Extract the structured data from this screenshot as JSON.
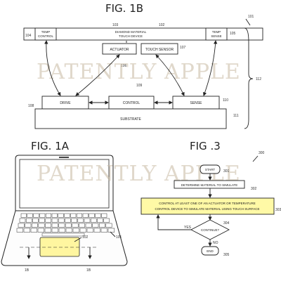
{
  "fig1b": {
    "label": "FIG. 1B",
    "ref_top": "101",
    "ref_side": "112",
    "strip": {
      "label_line1": "DIAMOND MATERIAL",
      "label_line2": "TOUCH DEVICE",
      "ref_a": "103",
      "ref_b": "102"
    },
    "temp_control": {
      "line1": "TEMP",
      "line2": "CONTROL",
      "ref": "104"
    },
    "temp_sense": {
      "line1": "TEMP",
      "line2": "SENSE",
      "ref": "105"
    },
    "actuator": {
      "label": "ACTUATOR",
      "ref": "106"
    },
    "touch_sensor": {
      "label": "TOUCH SENSOR",
      "ref": "107"
    },
    "drive": {
      "label": "DRIVE",
      "ref": "108"
    },
    "control": {
      "label": "CONTROL",
      "ref": "109"
    },
    "sense": {
      "label": "SENSE",
      "ref": "110"
    },
    "substrate": {
      "label": "SUBSTRATE",
      "ref": "111"
    },
    "colors": {
      "cyan": "#d6f1f6",
      "yellow": "#fff9a6",
      "lavender": "#e4dcf2"
    }
  },
  "fig1a": {
    "label": "FIG. 1A",
    "ref_device": "101",
    "ref_pad": "102",
    "section_left": "1B",
    "section_right": "1B",
    "pad_color": "#fff6a0"
  },
  "fig3": {
    "label": "FIG .3",
    "ref_top": "300",
    "start": {
      "label": "START",
      "ref": "301"
    },
    "determine": {
      "label": "DETERMINE MATERIAL TO SIMULATE",
      "ref": "302"
    },
    "control": {
      "line1": "CONTROL AT LEAST ONE OF AN ACTUATOR OR TEMPERATURE",
      "line2": "CONTROL DEVICE TO SIMULATE MATERIAL USING TOUCH SURFACE",
      "ref": "303"
    },
    "decision": {
      "label": "CONTINUE?",
      "ref": "304",
      "yes": "YES",
      "no": "NO"
    },
    "end": {
      "label": "END",
      "ref": "305"
    },
    "highlight_color": "#fff9a6"
  },
  "watermark": {
    "text": "PATENTLY APPLE"
  }
}
